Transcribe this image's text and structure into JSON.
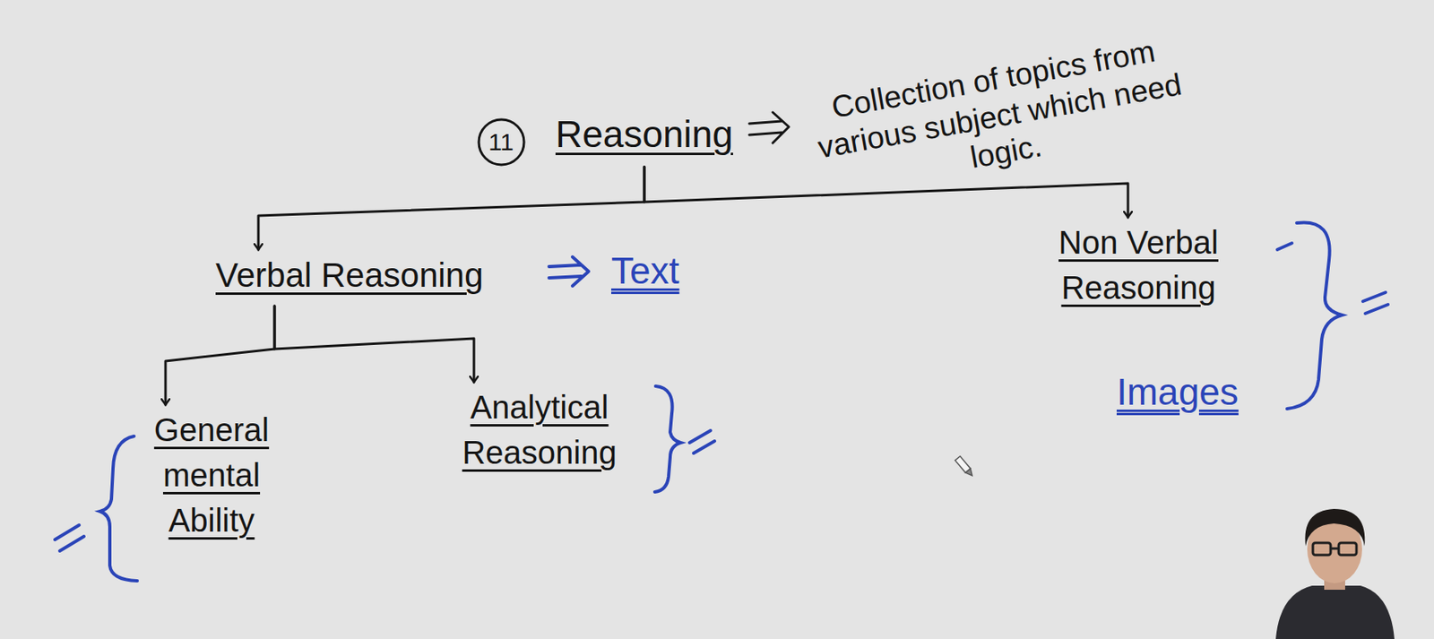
{
  "diagram": {
    "nodes": [
      {
        "text": [
          "Reasoning"
        ]
      },
      {
        "text": [
          "Verbal Reasoning"
        ]
      },
      {
        "text": [
          "Non Verbal Reasoning"
        ]
      },
      {
        "text": [
          "General mental Ability"
        ]
      },
      {
        "text": [
          "Analytical Reasoning"
        ]
      }
    ],
    "edges": [
      {
        "from": 0,
        "to": 1,
        "arrow": "to"
      },
      {
        "from": 0,
        "to": 2,
        "arrow": "to"
      },
      {
        "from": 1,
        "to": 3,
        "arrow": "to"
      },
      {
        "from": 1,
        "to": 4,
        "arrow": "to"
      }
    ],
    "labels": [
      "11",
      "Collection of topics from various subject which need logic.",
      "Text",
      "Images"
    ]
  }
}
